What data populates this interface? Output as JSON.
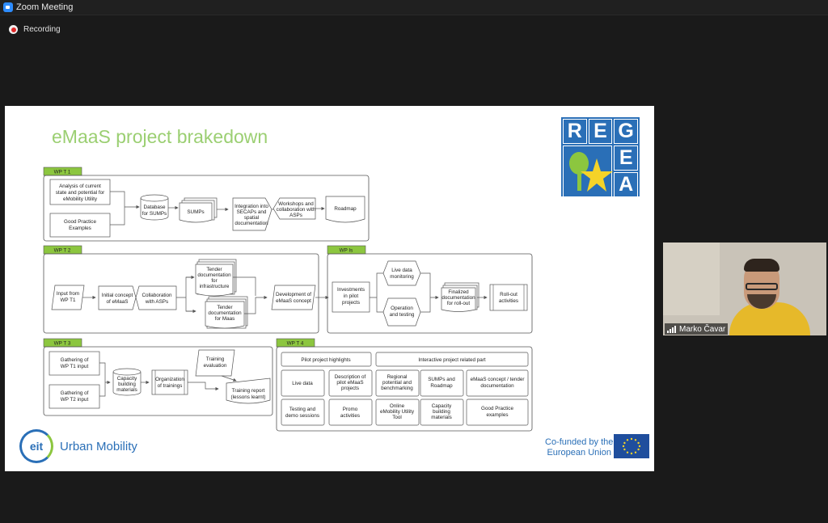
{
  "app": {
    "window_title": "Zoom Meeting",
    "recording_label": "Recording"
  },
  "participant": {
    "name": "Marko Čavar"
  },
  "slide": {
    "title": "eMaaS project brakedown",
    "logo_letters": [
      "R",
      "E",
      "G",
      "E",
      "A"
    ],
    "eit_mark": "eit",
    "eit_label": "Urban Mobility",
    "cofunded_line1": "Co-funded by the",
    "cofunded_line2": "European Union",
    "wpt1": {
      "tag": "WP T 1",
      "analysis": [
        "Analysis of current",
        "state and potential for",
        "eMobility Utility"
      ],
      "good_practice": [
        "Good Practice",
        "Examples"
      ],
      "database": [
        "Database",
        "for SUMPs"
      ],
      "sumps": "SUMPs",
      "integration": [
        "Integration into",
        "SECAPs and",
        "spatial",
        "documentation"
      ],
      "workshops": [
        "Workshops and",
        "collaboration with",
        "ASPs"
      ],
      "roadmap": "Roadmap"
    },
    "wpt2": {
      "tag": "WP T 2",
      "input": [
        "Input from",
        "WP T1"
      ],
      "initial": [
        "Initial concept",
        "of eMaaS"
      ],
      "collab": [
        "Collaboration",
        "with ASPs"
      ],
      "tender_infra": [
        "Tender",
        "documentation",
        "for",
        "infrastructure"
      ],
      "tender_maas": [
        "Tender",
        "documentation",
        "for Maas"
      ],
      "development": [
        "Development of",
        "eMaaS concept"
      ]
    },
    "wpi": {
      "tag": "WP Is",
      "investments": [
        "Investments",
        "in pilot",
        "projects"
      ],
      "live": [
        "Live data",
        "monitoring"
      ],
      "operation": [
        "Operation",
        "and testing"
      ],
      "finalized": [
        "Finalized",
        "documentation",
        "for roll-out"
      ],
      "rollout": [
        "Roll-out",
        "activities"
      ]
    },
    "wpt3": {
      "tag": "WP T 3",
      "gather1": [
        "Gathering of",
        "WP T1 input"
      ],
      "gather2": [
        "Gathering of",
        "WP T2 input"
      ],
      "capacity": [
        "Capacity",
        "building",
        "materials"
      ],
      "organization": [
        "Organization",
        "of trainings"
      ],
      "training_eval": [
        "Training",
        "evaluation"
      ],
      "training_report": [
        "Training report",
        "(lessons learnt)"
      ]
    },
    "wpt4": {
      "tag": "WP T 4",
      "pilot_header": "Pilot project highlights",
      "interactive_header": "Interactive project related part",
      "live": "Live data",
      "description": [
        "Description of",
        "pilot eMaaS",
        "projects"
      ],
      "regional": [
        "Regional",
        "potential and",
        "benchmarking"
      ],
      "sumps_roadmap": [
        "SUMPs and",
        "Roadmap"
      ],
      "emaas_concept": [
        "eMaaS concept / tender",
        "documentation"
      ],
      "testing": [
        "Testing and",
        "demo sessions"
      ],
      "promo": [
        "Promo",
        "activities"
      ],
      "online": [
        "Online",
        "eMobility Utility",
        "Tool"
      ],
      "capacity": [
        "Capacity",
        "building",
        "materials"
      ],
      "good_practice": [
        "Good Practice",
        "examples"
      ]
    }
  }
}
